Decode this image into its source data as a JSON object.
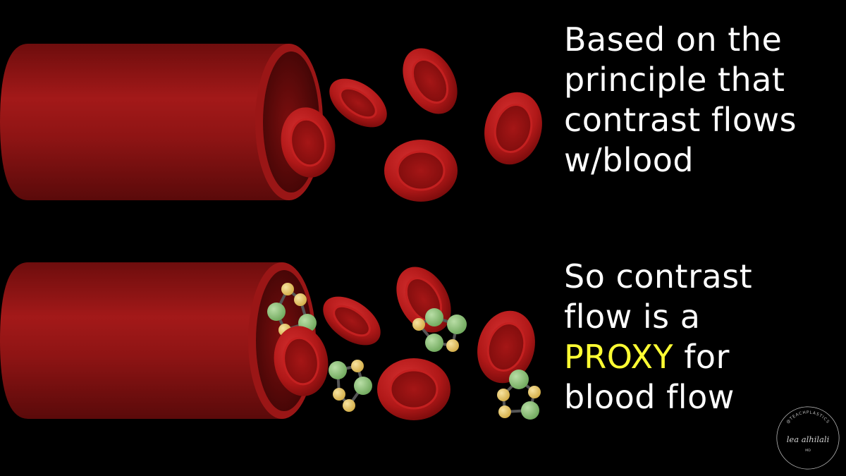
{
  "slide": {
    "background": "#000000",
    "top_text": {
      "lines": [
        "Based on the",
        "principle that",
        "contrast flows",
        "w/blood"
      ]
    },
    "bottom_text": {
      "line1": "So contrast",
      "line2": "flow is a",
      "line3_highlight": "PROXY",
      "line3_rest": " for",
      "line4": "blood flow",
      "highlight_color": "#ffff33"
    },
    "signature": {
      "ring_text": "@TEACHPLASTICS",
      "name": "lea alhilali",
      "suffix": "MD"
    }
  },
  "colors": {
    "vessel": "#8c1313",
    "rbc": "#b81a1a",
    "contrast_green": "#8fc07a",
    "contrast_yellow": "#e8c86a"
  }
}
